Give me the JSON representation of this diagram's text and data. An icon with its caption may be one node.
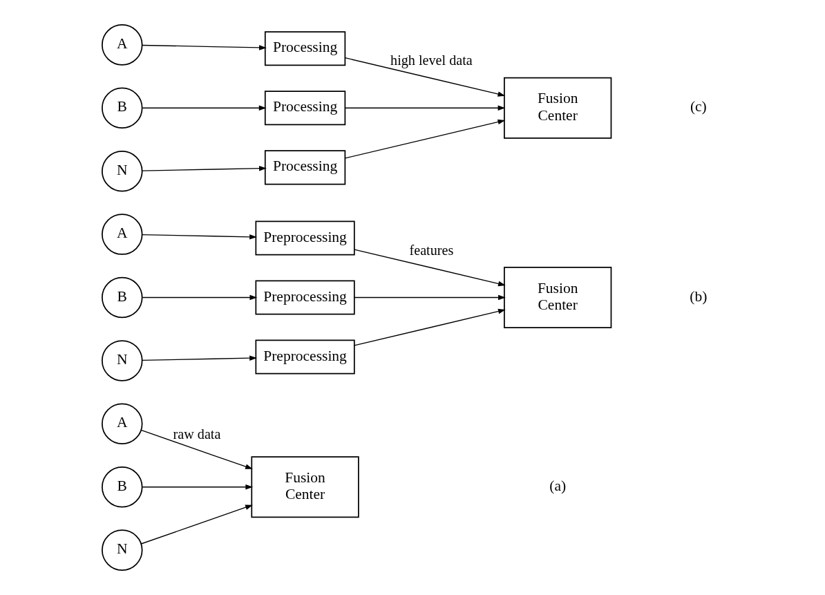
{
  "diagram": {
    "nodes": [
      {
        "text": [
          "A"
        ]
      },
      {
        "text": [
          "B"
        ]
      },
      {
        "text": [
          "N"
        ]
      },
      {
        "text": [
          "Fusion Center"
        ]
      },
      {
        "text": [
          "A"
        ]
      },
      {
        "text": [
          "Preprocessing"
        ]
      },
      {
        "text": [
          "B"
        ]
      },
      {
        "text": [
          "Preprocessing"
        ]
      },
      {
        "text": [
          "N"
        ]
      },
      {
        "text": [
          "Preprocessing"
        ]
      },
      {
        "text": [
          "Fusion Center"
        ]
      },
      {
        "text": [
          "A"
        ]
      },
      {
        "text": [
          "Processing"
        ]
      },
      {
        "text": [
          "B"
        ]
      },
      {
        "text": [
          "Processing"
        ]
      },
      {
        "text": [
          "N"
        ]
      },
      {
        "text": [
          "Processing"
        ]
      },
      {
        "text": [
          "Fusion Center"
        ]
      }
    ],
    "edges": [
      {
        "from": 0,
        "to": 3,
        "arrow": "to",
        "label": "raw data"
      },
      {
        "from": 1,
        "to": 3,
        "arrow": "to"
      },
      {
        "from": 2,
        "to": 3,
        "arrow": "to"
      },
      {
        "from": 4,
        "to": 5,
        "arrow": "to"
      },
      {
        "from": 6,
        "to": 7,
        "arrow": "to"
      },
      {
        "from": 8,
        "to": 9,
        "arrow": "to"
      },
      {
        "from": 5,
        "to": 10,
        "arrow": "to",
        "label": "features"
      },
      {
        "from": 7,
        "to": 10,
        "arrow": "to"
      },
      {
        "from": 9,
        "to": 10,
        "arrow": "to"
      },
      {
        "from": 11,
        "to": 12,
        "arrow": "to"
      },
      {
        "from": 13,
        "to": 14,
        "arrow": "to"
      },
      {
        "from": 15,
        "to": 16,
        "arrow": "to"
      },
      {
        "from": 12,
        "to": 17,
        "arrow": "to",
        "label": "high level data"
      },
      {
        "from": 14,
        "to": 17,
        "arrow": "to"
      },
      {
        "from": 16,
        "to": 17,
        "arrow": "to"
      }
    ],
    "labels": [
      "(a)",
      "(b)",
      "(c)"
    ]
  }
}
